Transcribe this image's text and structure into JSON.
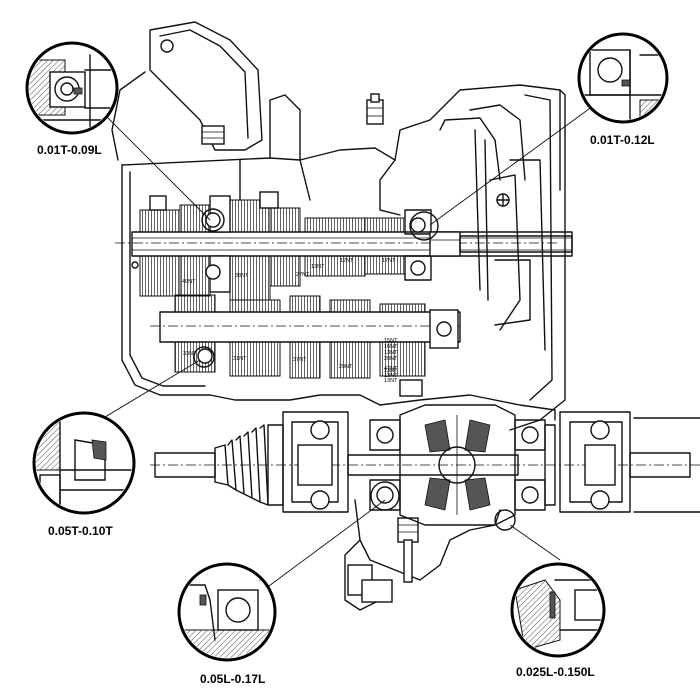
{
  "callouts": [
    {
      "label": "0.01T-0.09L"
    },
    {
      "label": "0.01T-0.12L"
    },
    {
      "label": "0.05T-0.10T"
    },
    {
      "label": "0.05L-0.17L"
    },
    {
      "label": "0.025L-0.150L"
    }
  ],
  "gear_labels": [
    "40NT",
    "38NT",
    "33NT",
    "31NT",
    "37NT",
    "29NT",
    "47NT",
    "12NT",
    "13NT",
    "17NT",
    "27NT",
    "15NT",
    "16NT",
    "13NT",
    "20NT",
    "13NT",
    "13NT",
    "13NT"
  ]
}
